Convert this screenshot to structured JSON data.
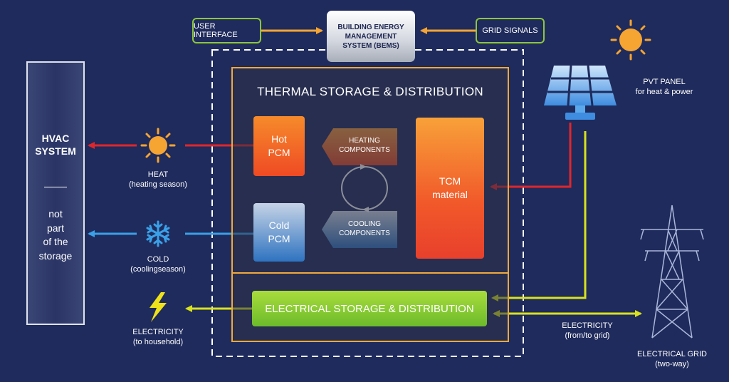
{
  "hvac": {
    "title": "HVAC\nSYSTEM",
    "subtitle": "not\npart\nof the\nstorage"
  },
  "top": {
    "user_interface": "USER INTERFACE",
    "bems": "BUILDING ENERGY\nMANAGEMENT\nSYSTEM (BEMS)",
    "grid_signals": "GRID SIGNALS"
  },
  "thermal": {
    "title": "THERMAL STORAGE & DISTRIBUTION",
    "hot_pcm": "Hot\nPCM",
    "cold_pcm": "Cold\nPCM",
    "heating_components": "HEATING\nCOMPONENTS",
    "cooling_components": "COOLING\nCOMPONENTS",
    "tcm": "TCM\nmaterial"
  },
  "electrical": {
    "title": "ELECTRICAL STORAGE & DISTRIBUTION"
  },
  "labels": {
    "heat": "HEAT\n(heating season)",
    "cold": "COLD\n(coolingseason)",
    "electricity_household": "ELECTRICITY\n(to household)",
    "electricity_grid": "ELECTRICITY\n(from/to grid)",
    "pvt_panel": "PVT PANEL\nfor heat & power",
    "electrical_grid": "ELECTRICAL GRID\n(two-way)"
  },
  "icons": {
    "sun": "sun-icon",
    "snowflake": "snowflake-icon",
    "lightning": "lightning-icon",
    "solar_panel": "solar-panel-icon",
    "transmission_tower": "transmission-tower-icon",
    "cycle": "cycle-icon"
  },
  "colors": {
    "background": "#1f2b5c",
    "heat_arrow": "#e0262b",
    "cold_arrow": "#3aa0e8",
    "electric_arrow": "#d9e21d",
    "control_arrow": "#f6a432",
    "frame": "#f2a93b",
    "pill_border": "#8dc63f",
    "sun": "#f6a432"
  }
}
